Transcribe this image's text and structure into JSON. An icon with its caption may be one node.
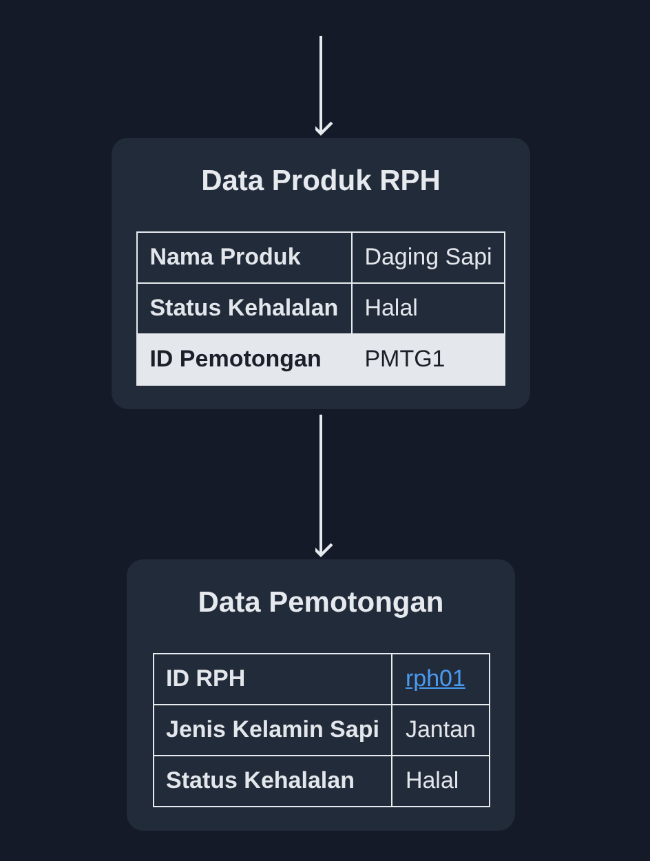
{
  "diagram": {
    "nodes": [
      {
        "text": [
          "Data Produk RPH",
          "Nama Produk",
          "Daging Sapi",
          "Status Kehalalan",
          "Halal",
          "ID Pemotongan",
          "PMTG1"
        ]
      },
      {
        "text": [
          "Data Pemotongan",
          "ID RPH",
          "rph01",
          "Jenis Kelamin Sapi",
          "Jantan",
          "Status Kehalalan",
          "Halal"
        ]
      }
    ],
    "edges": [
      {
        "from": null,
        "to": 0,
        "arrow": "to"
      },
      {
        "from": 0,
        "to": 1,
        "arrow": "to"
      }
    ]
  }
}
